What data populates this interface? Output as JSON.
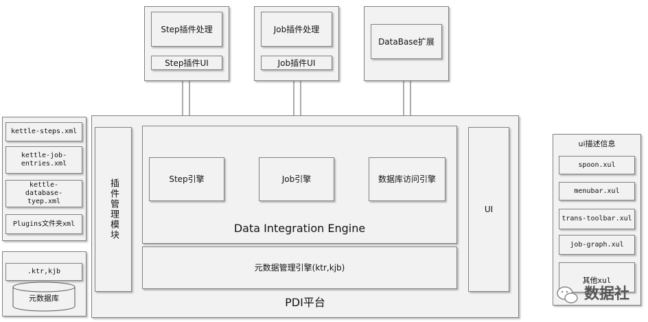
{
  "plugins_top": {
    "step_process": "Step插件处理",
    "step_ui": "Step插件UI",
    "job_process": "Job插件处理",
    "job_ui": "Job插件UI",
    "database_ext": "DataBase扩展"
  },
  "platform": {
    "title": "PDI平台",
    "plugin_manager": "插件管理模块",
    "engine_title": "Data Integration Engine",
    "step_engine": "Step引擎",
    "job_engine": "Job引擎",
    "db_engine": "数据库访问引擎",
    "metadata_engine": "元数据管理引擎(ktr,kjb)",
    "ui": "UI"
  },
  "left_files": {
    "items": [
      "kettle-steps.xml",
      "kettle-job-entries.xml",
      "kettle-database-tyep.xml",
      "Plugins文件夹xml"
    ],
    "ktr_kjb": ".ktr,kjb",
    "metadata_db": "元数据库"
  },
  "ui_info": {
    "title": "ui描述信息",
    "items": [
      "spoon.xul",
      "menubar.xul",
      "trans-toolbar.xul",
      "job-graph.xul",
      "其他xul"
    ]
  },
  "watermark": "数据社"
}
